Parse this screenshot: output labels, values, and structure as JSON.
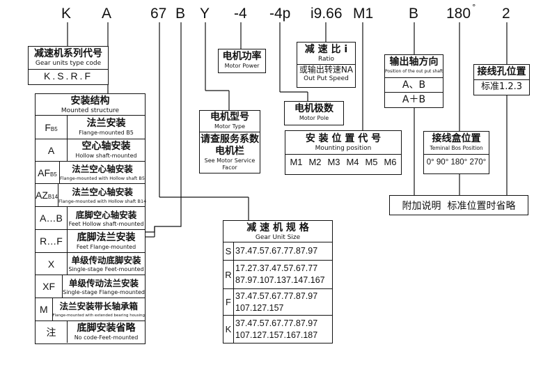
{
  "model_codes": [
    "K",
    "A",
    "67",
    "B",
    "Y",
    "-4",
    "-4p",
    "i9.66",
    "M1",
    "B",
    "180",
    "2"
  ],
  "degree_sign": "°",
  "gear_type_box": {
    "zh": "减速机系列代号",
    "en": "Gear units type code",
    "value": "K.S.R.F"
  },
  "motor_power_box": {
    "zh": "电机功率",
    "en": "Motor Power"
  },
  "ratio_box": {
    "zh": "减 速 比 i",
    "en1": "Ratio",
    "zh2": "或输出转速NA",
    "en2": "Out Put Speed"
  },
  "output_shaft_box": {
    "zh": "输出轴方向",
    "en": "Position of the out put shaft",
    "opt1": "A、B",
    "opt2": "A＋B"
  },
  "cable_hole_box": {
    "zh": "接线孔位置",
    "value": "标准1.2.3"
  },
  "mounted_structure": {
    "header_zh": "安装结构",
    "header_en": "Mounted structure",
    "rows": [
      {
        "code": "F",
        "sub": "B5",
        "zh": "法兰安装",
        "en": "Flange-mounted B5"
      },
      {
        "code": "A",
        "sub": "",
        "zh": "空心轴安装",
        "en": "Hollow shaft-mounted"
      },
      {
        "code": "AF",
        "sub": "B5",
        "zh": "法兰空心轴安装",
        "en": "Flange-mounted with Hollow shaft B5"
      },
      {
        "code": "AZ",
        "sub": "B14",
        "zh": "法兰空心轴安装",
        "en": "Flange-mounted with Hollow shaft B14"
      },
      {
        "code": "A…B",
        "sub": "",
        "zh": "底脚空心轴安装",
        "en": "Feet Hollow shaft-mounted"
      },
      {
        "code": "R…F",
        "sub": "",
        "zh": "底脚法兰安装",
        "en": "Feet Flange-mounted"
      },
      {
        "code": "X",
        "sub": "",
        "zh": "单级传动底脚安装",
        "en": "Single-stage Feet-mounted"
      },
      {
        "code": "XF",
        "sub": "",
        "zh": "单级传动法兰安装",
        "en": "Single-stage Flange-mounted"
      },
      {
        "code": "M",
        "sub": "",
        "zh": "法兰安装带长轴承箱",
        "en": "Flange-mounted with extended bearing housing"
      },
      {
        "code": "注",
        "sub": "",
        "zh": "底脚安装省略",
        "en": "No code-Feet-mounted"
      }
    ]
  },
  "motor_type_box": {
    "zh": "电机型号",
    "en": "Motor Type",
    "zh2": "请查服务系数",
    "zh3": "电机栏",
    "en2": "See Motor Service",
    "en3": "Facor"
  },
  "motor_pole_box": {
    "zh": "电机极数",
    "en": "Motor Pole"
  },
  "mounting_position_box": {
    "zh": "安 装 位 置 代 号",
    "en": "Mounting position",
    "positions": [
      "M1",
      "M2",
      "M3",
      "M4",
      "M5",
      "M6"
    ]
  },
  "terminal_box": {
    "zh": "接线盒位置",
    "en": "Teminal Bos Position",
    "angles": "0° 90° 180° 270°"
  },
  "note_box": {
    "text": "附加说明  标准位置时省略"
  },
  "gear_unit_size": {
    "header_zh": "减 速 机 规 格",
    "header_en": "Gear Unit Size",
    "rows": [
      {
        "code": "S",
        "lines": [
          "37.47.57.67.77.87.97"
        ]
      },
      {
        "code": "R",
        "lines": [
          "17.27.37.47.57.67.77",
          "87.97.107.137.147.167"
        ]
      },
      {
        "code": "F",
        "lines": [
          "37.47.57.67.77.87.97",
          "107.127.157"
        ]
      },
      {
        "code": "K",
        "lines": [
          "37.47.57.67.77.87.97",
          "107.127.157.167.187"
        ]
      }
    ]
  }
}
